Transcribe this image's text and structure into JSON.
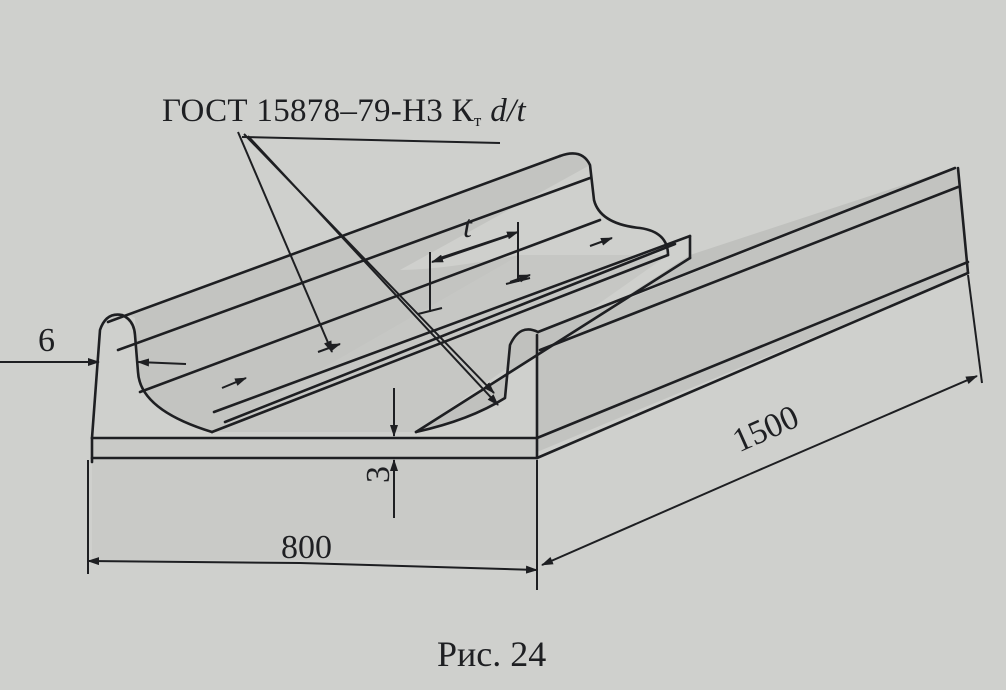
{
  "figure": {
    "gost_label": {
      "main": "ГОСТ 15878–79-Н3 К",
      "sub": "т",
      "ratio": "d/t"
    },
    "dim_pitch": "t",
    "dim_width": "800",
    "dim_length": "1500",
    "dim_wall": "6",
    "dim_base": "3",
    "caption": "Рис. 24"
  },
  "colors": {
    "paper": "#cfd0cd",
    "ink": "#1e1f22",
    "face_top": "#c4c5c2",
    "face_front": "#cacbc8",
    "face_side": "#bdbebb"
  }
}
